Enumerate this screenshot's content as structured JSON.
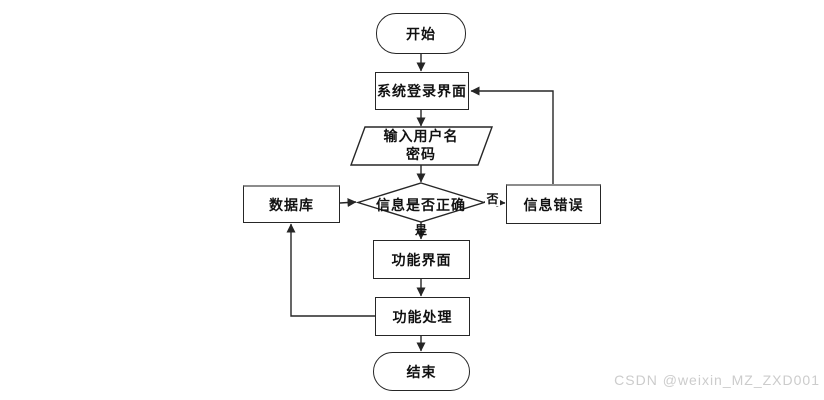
{
  "diagram": {
    "title_hint": "login-flowchart",
    "nodes": {
      "start": "开始",
      "login": "系统登录界面",
      "input_line1": "输入用户名",
      "input_line2": "密码",
      "decision": "信息是否正确",
      "database": "数据库",
      "error": "信息错误",
      "func_ui": "功能界面",
      "func_proc": "功能处理",
      "end": "结束"
    },
    "edge_labels": {
      "yes": "是",
      "no": "否"
    },
    "edges": [
      {
        "from": "开始",
        "to": "系统登录界面"
      },
      {
        "from": "系统登录界面",
        "to": "输入用户名密码"
      },
      {
        "from": "输入用户名密码",
        "to": "信息是否正确"
      },
      {
        "from": "数据库",
        "to": "信息是否正确"
      },
      {
        "from": "信息是否正确",
        "to": "信息错误",
        "label": "否"
      },
      {
        "from": "信息错误",
        "to": "系统登录界面"
      },
      {
        "from": "信息是否正确",
        "to": "功能界面",
        "label": "是"
      },
      {
        "from": "功能界面",
        "to": "功能处理"
      },
      {
        "from": "功能处理",
        "to": "数据库"
      },
      {
        "from": "功能处理",
        "to": "结束"
      }
    ],
    "colors": {
      "stroke": "#262626",
      "text": "#111111",
      "node_top_accent": "#8c8c8c",
      "background": "#ffffff",
      "watermark": "#cccccc"
    }
  },
  "watermark": {
    "text": "CSDN @weixin_MZ_ZXD001"
  }
}
